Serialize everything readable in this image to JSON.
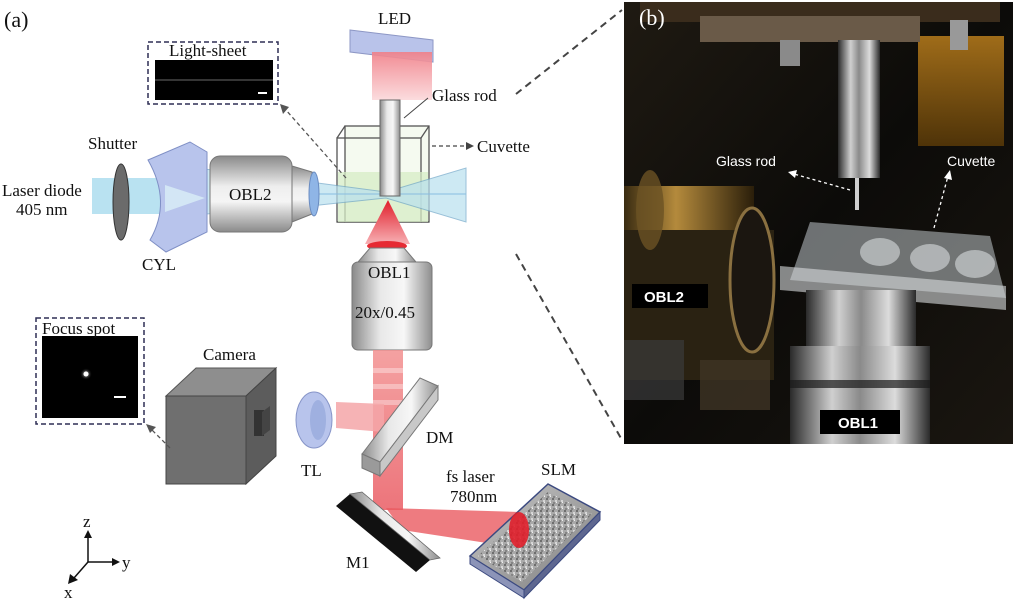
{
  "panels": {
    "a": "(a)",
    "b": "(b)"
  },
  "labels": {
    "led": "LED",
    "glass_rod": "Glass rod",
    "cuvette": "Cuvette",
    "light_sheet": "Light-sheet",
    "shutter": "Shutter",
    "laser_diode_line1": "Laser diode",
    "laser_diode_line2": "405 nm",
    "obl2": "OBL2",
    "cyl": "CYL",
    "obl1": "OBL1",
    "objective_spec": "20x/0.45",
    "focus_spot": "Focus spot",
    "camera": "Camera",
    "tl": "TL",
    "dm": "DM",
    "fs_laser_line1": "fs laser",
    "fs_laser_line2": "780nm",
    "slm": "SLM",
    "m1": "M1",
    "axis_z": "z",
    "axis_y": "y",
    "axis_x": "x"
  },
  "photo_labels": {
    "glass_rod": "Glass rod",
    "cuvette": "Cuvette",
    "obl2": "OBL2",
    "obl1": "OBL1"
  },
  "colors": {
    "laser_red": "#e8252b",
    "beam_blue": "#9fd3ea",
    "optic_blue": "#b9c6ec",
    "panel_border": "#3b3b5c"
  }
}
